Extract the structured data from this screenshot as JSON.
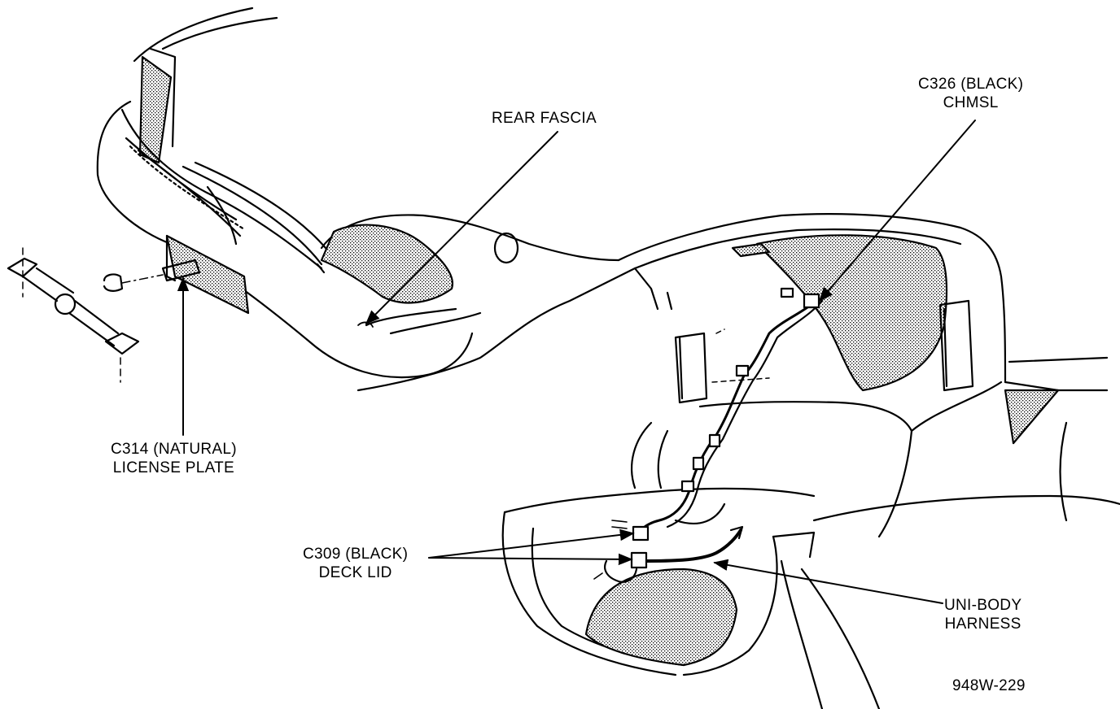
{
  "labels": {
    "rear_fascia": "REAR FASCIA",
    "c326": {
      "line1": "C326 (BLACK)",
      "line2": "CHMSL"
    },
    "c314": {
      "line1": "C314 (NATURAL)",
      "line2": "LICENSE PLATE"
    },
    "c309": {
      "line1": "C309 (BLACK)",
      "line2": "DECK LID"
    },
    "unibody": {
      "line1": "UNI-BODY",
      "line2": "HARNESS"
    },
    "figure_id": "948W-229"
  },
  "colors": {
    "ink": "#000000",
    "paper": "#ffffff"
  }
}
